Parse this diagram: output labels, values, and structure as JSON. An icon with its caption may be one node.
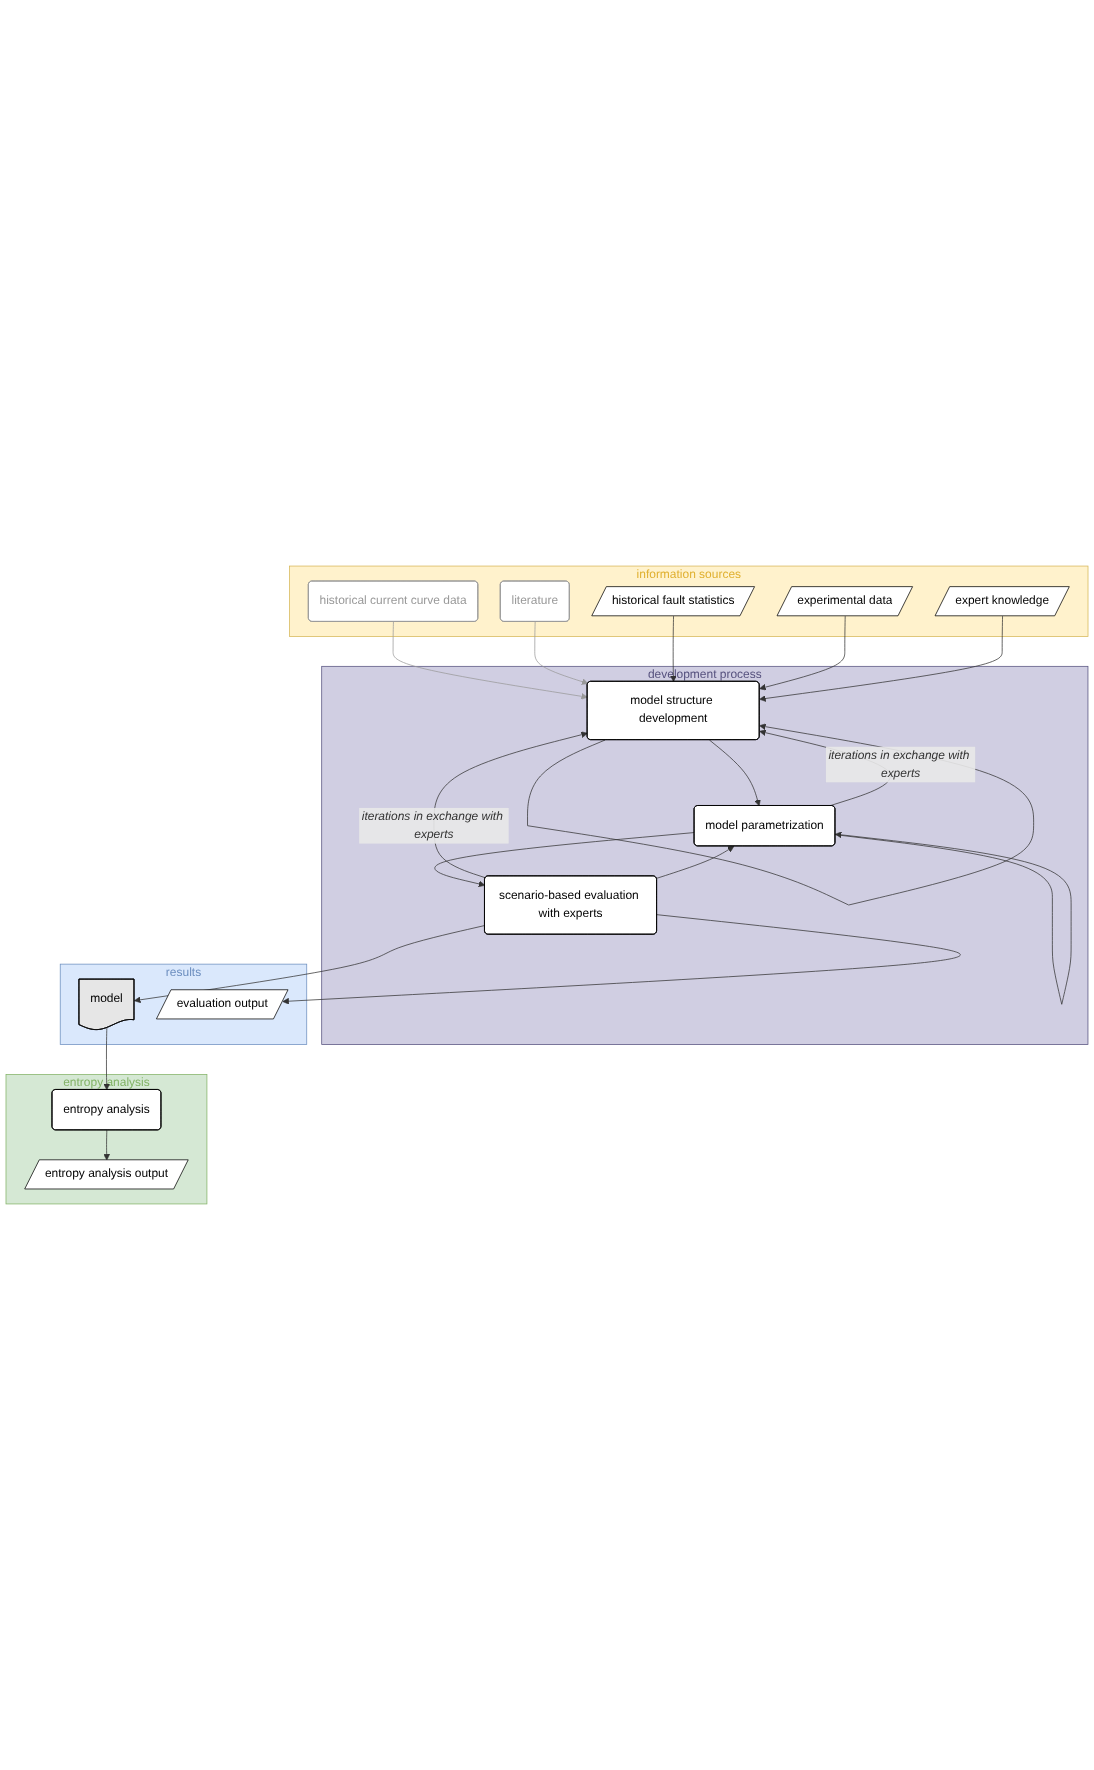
{
  "diagram": {
    "nodes": [
      {
        "text": [
          "information sources"
        ]
      },
      {
        "text": [
          "historical current curve data"
        ],
        "in": 0
      },
      {
        "text": [
          "literature"
        ],
        "in": 0
      },
      {
        "text": [
          "historical fault statistics"
        ],
        "in": 0
      },
      {
        "text": [
          "experimental data"
        ],
        "in": 0
      },
      {
        "text": [
          "expert knowledge"
        ],
        "in": 0
      },
      {
        "text": [
          "development process"
        ]
      },
      {
        "text": [
          "model structure development"
        ],
        "in": 6
      },
      {
        "text": [
          "model parametrization"
        ],
        "in": 6
      },
      {
        "text": [
          "scenario-based evaluation with experts"
        ],
        "in": 6
      },
      {
        "text": [
          "results"
        ]
      },
      {
        "text": [
          "model"
        ],
        "in": 10
      },
      {
        "text": [
          "evaluation output"
        ],
        "in": 10
      },
      {
        "text": [
          "entropy analysis"
        ]
      },
      {
        "text": [
          "entropy analysis"
        ],
        "in": 13
      },
      {
        "text": [
          "entropy analysis output"
        ],
        "in": 13
      }
    ],
    "edges": [
      {
        "from": 1,
        "to": 7,
        "arrow": "to",
        "color": "#999999"
      },
      {
        "from": 2,
        "to": 7,
        "arrow": "to",
        "color": "#999999"
      },
      {
        "from": 3,
        "to": 7,
        "arrow": "to"
      },
      {
        "from": 4,
        "to": 7,
        "arrow": "to"
      },
      {
        "from": 5,
        "to": 7,
        "arrow": "to"
      },
      {
        "from": 7,
        "to": 7,
        "arrow": "to"
      },
      {
        "from": 7,
        "to": 8,
        "arrow": "to"
      },
      {
        "from": 8,
        "to": 7,
        "arrow": "to",
        "label": "iterations in exchange with experts"
      },
      {
        "from": 8,
        "to": 8,
        "arrow": "to"
      },
      {
        "from": 8,
        "to": 9,
        "arrow": "to"
      },
      {
        "from": 9,
        "to": 7,
        "arrow": "to",
        "label": "iterations in exchange with experts"
      },
      {
        "from": 9,
        "to": 8,
        "arrow": "to"
      },
      {
        "from": 9,
        "to": 11,
        "arrow": "to"
      },
      {
        "from": 9,
        "to": 12,
        "arrow": "to"
      },
      {
        "from": 11,
        "to": 14,
        "arrow": "to"
      },
      {
        "from": 14,
        "to": 15,
        "arrow": "to"
      }
    ]
  }
}
